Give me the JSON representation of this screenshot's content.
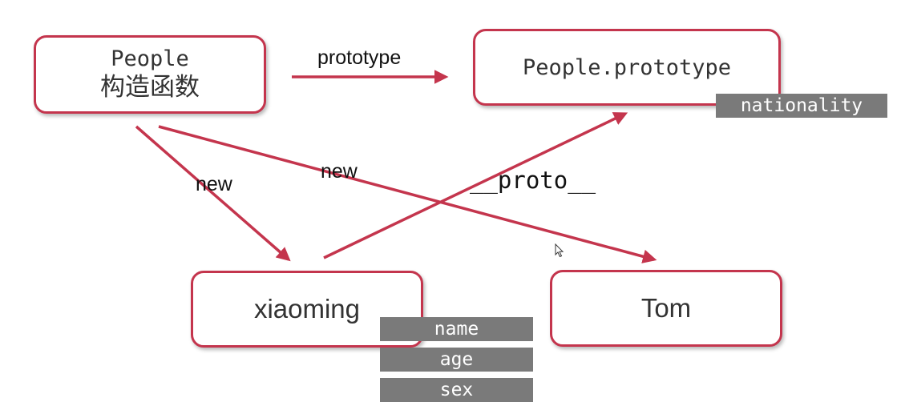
{
  "nodes": {
    "people": {
      "name": "People",
      "subtitle": "构造函数"
    },
    "prototype": {
      "name": "People.prototype"
    },
    "xiaoming": {
      "name": "xiaoming"
    },
    "tom": {
      "name": "Tom"
    }
  },
  "prototype_properties": [
    "nationality"
  ],
  "instance_properties": [
    "name",
    "age",
    "sex"
  ],
  "edges": {
    "prototype_label": "prototype",
    "new_label_1": "new",
    "new_label_2": "new",
    "proto_label": "__proto__"
  },
  "colors": {
    "accent": "#c4354d",
    "tag_background": "#7a7a7a",
    "tag_text": "#ffffff"
  }
}
